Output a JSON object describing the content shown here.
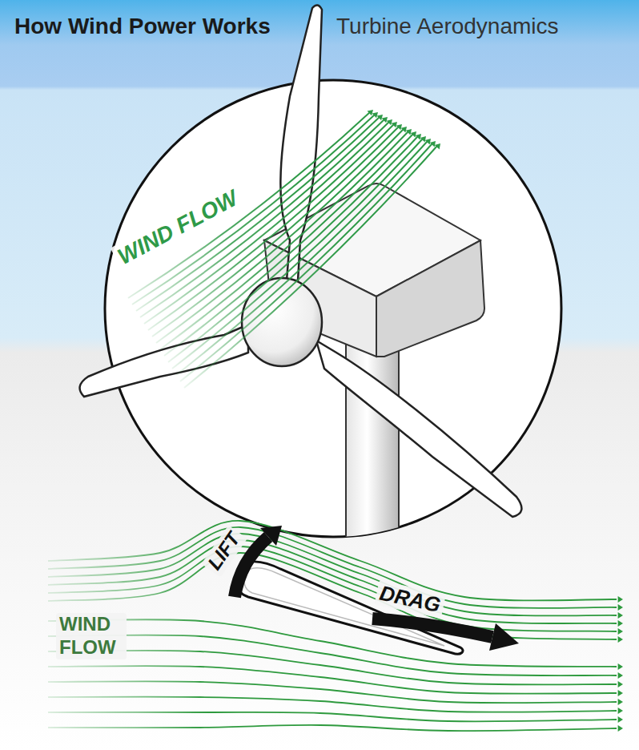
{
  "diagram": {
    "title": "How Wind Power Works",
    "labels": [
      "Turbine Aerodynamics",
      "WIND FLOW",
      "LIFT",
      "DRAG",
      "WIND FLOW"
    ]
  }
}
